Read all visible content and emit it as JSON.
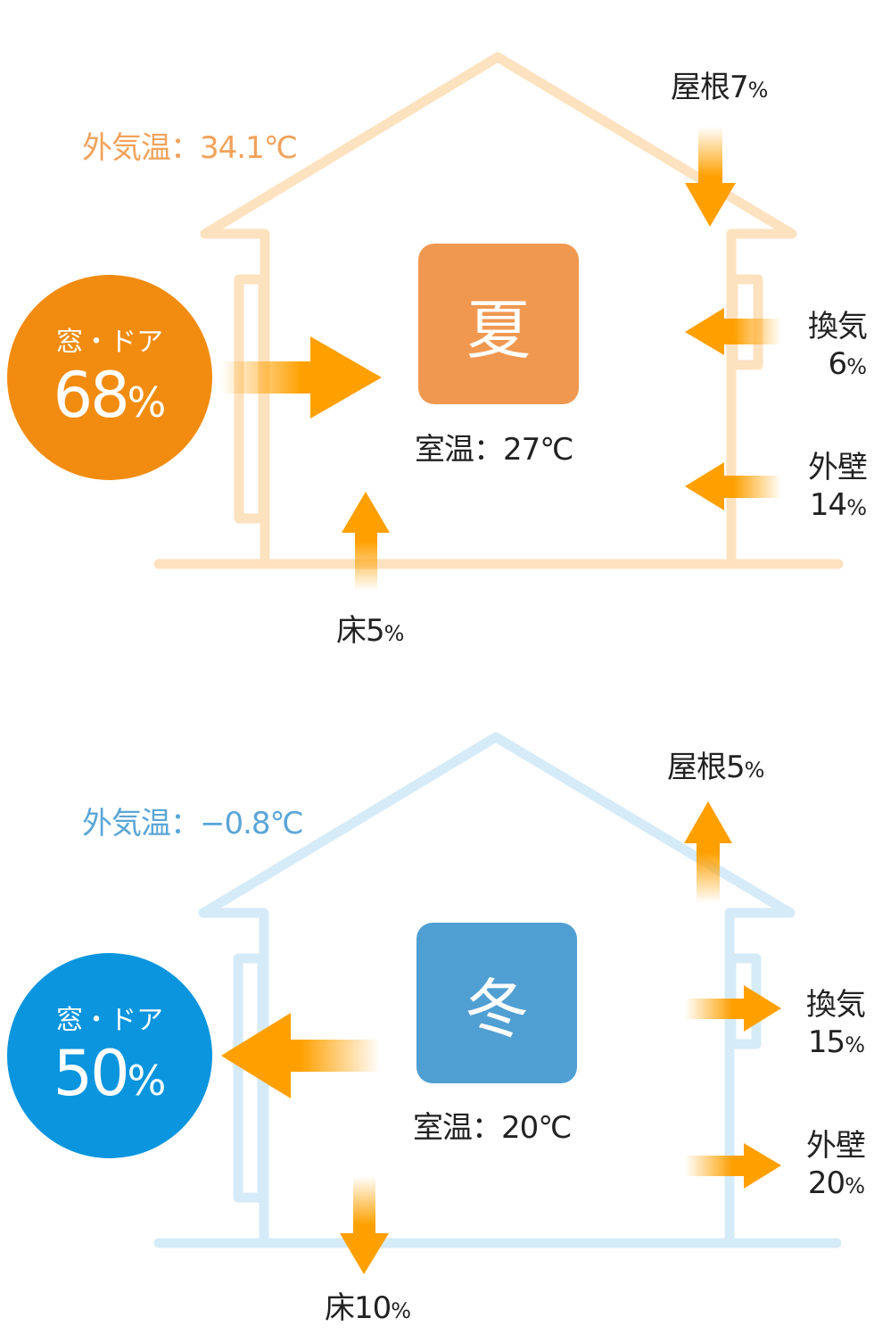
{
  "summer": {
    "outside_temp": "外気温：34.1℃",
    "season": "夏",
    "room_temp": "室温：27℃",
    "window_door": {
      "label": "窓・ドア",
      "value": "68",
      "unit": "%"
    },
    "roof": {
      "label": "屋根",
      "value": "7",
      "unit": "%"
    },
    "ventilation": {
      "label": "換気",
      "value": "6",
      "unit": "%"
    },
    "outer_wall": {
      "label": "外壁",
      "value": "14",
      "unit": "%"
    },
    "floor": {
      "label": "床",
      "value": "5",
      "unit": "%"
    }
  },
  "winter": {
    "outside_temp": "外気温：−0.8℃",
    "season": "冬",
    "room_temp": "室温：20℃",
    "window_door": {
      "label": "窓・ドア",
      "value": "50",
      "unit": "%"
    },
    "roof": {
      "label": "屋根",
      "value": "5",
      "unit": "%"
    },
    "ventilation": {
      "label": "換気",
      "value": "15",
      "unit": "%"
    },
    "outer_wall": {
      "label": "外壁",
      "value": "20",
      "unit": "%"
    },
    "floor": {
      "label": "床",
      "value": "10",
      "unit": "%"
    }
  },
  "colors": {
    "summer_accent": "#f28c10",
    "summer_house": "#fde2c0",
    "summer_box": "#f09850",
    "winter_accent": "#0b95de",
    "winter_house": "#d5ebf8",
    "winter_box": "#4f9fd3",
    "arrow": "#ffa000"
  }
}
